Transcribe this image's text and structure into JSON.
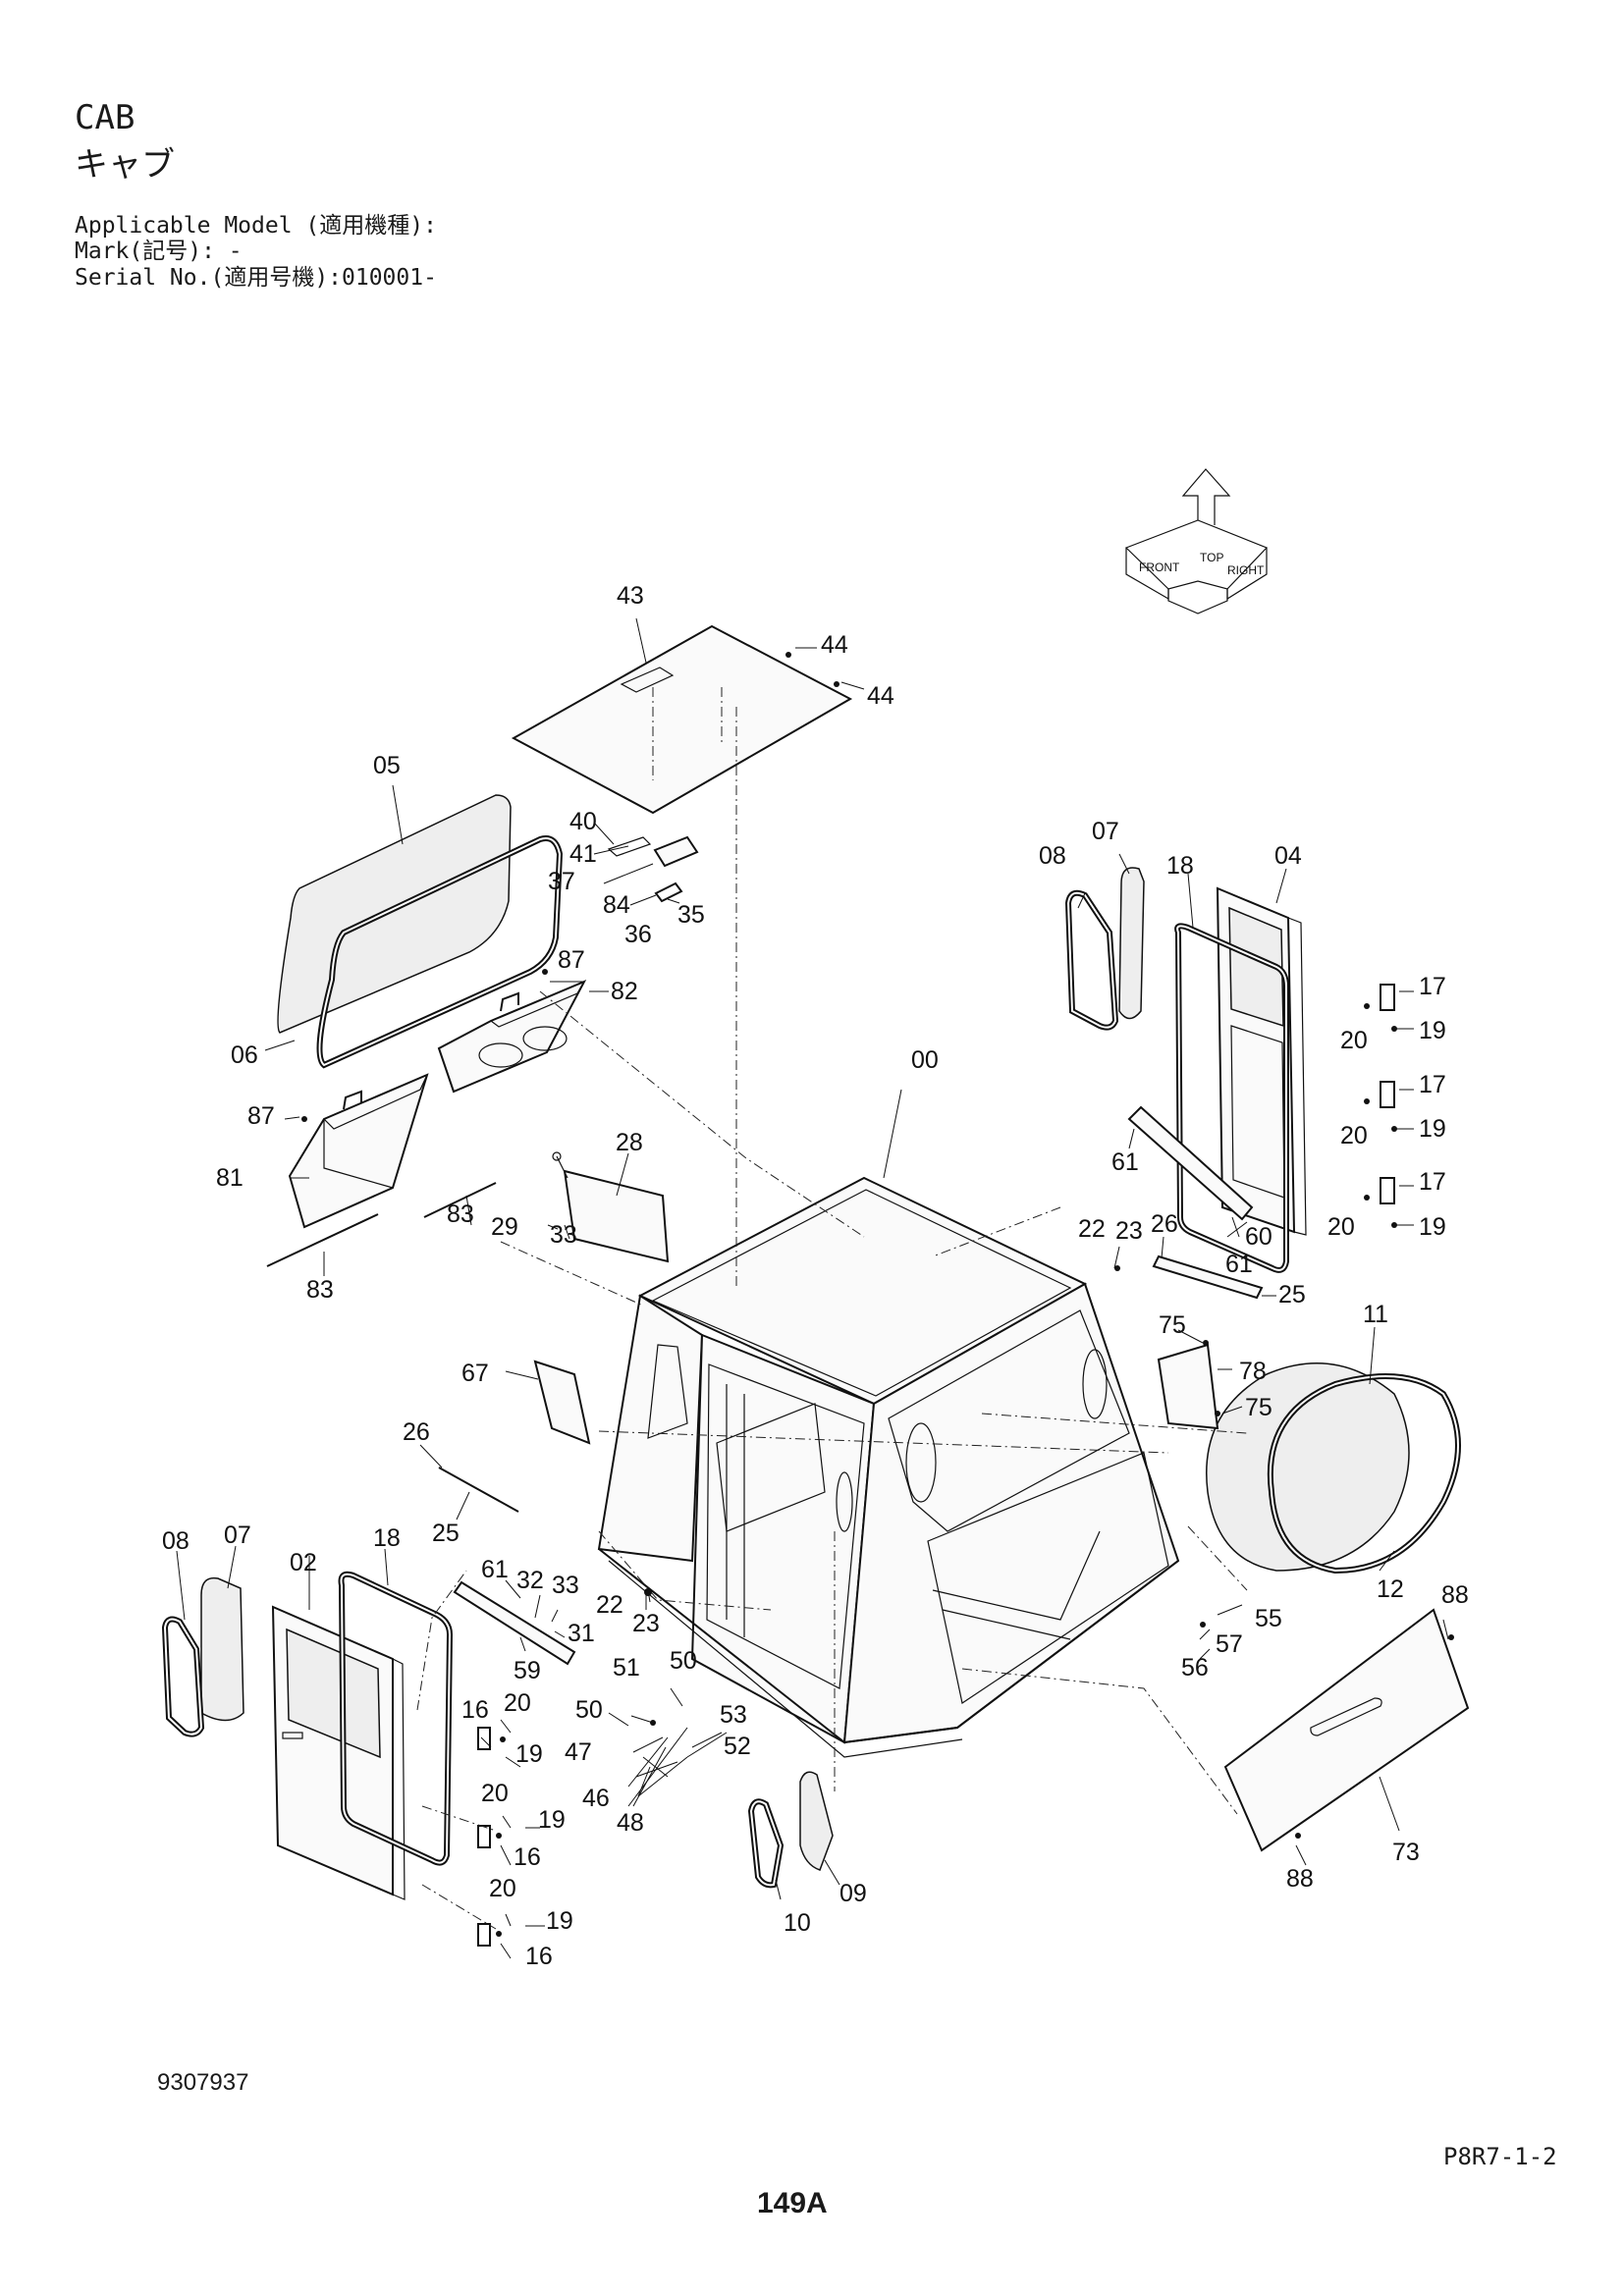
{
  "header": {
    "title": "CAB",
    "title_ja": "キャブ",
    "applicable_model": "Applicable Model (適用機種):",
    "mark": "Mark(記号): -",
    "serial": "Serial No.(適用号機):010001-"
  },
  "footer": {
    "doc_number": "9307937",
    "page_ref": "P8R7-1-2",
    "page_number": "149A"
  },
  "view_icon": {
    "name": "view-direction-icon",
    "labels": [
      "FRONT",
      "TOP",
      "RIGHT"
    ]
  },
  "part_labels": {
    "p43": "43",
    "p44a": "44",
    "p44b": "44",
    "p05": "05",
    "p06": "06",
    "p40": "40",
    "p41": "41",
    "p37": "37",
    "p84": "84",
    "p35": "35",
    "p36": "36",
    "p87a": "87",
    "p82": "82",
    "p87b": "87",
    "p81": "81",
    "p83a": "83",
    "p83b": "83",
    "p28": "28",
    "p29": "29",
    "p33a": "33",
    "p00": "00",
    "p08a": "08",
    "p07a": "07",
    "p18a": "18",
    "p04": "04",
    "p17a": "17",
    "p19a": "19",
    "p20a": "20",
    "p17b": "17",
    "p20b": "20",
    "p19b": "19",
    "p17c": "17",
    "p20c": "20",
    "p19c": "19",
    "p61a": "61",
    "p60": "60",
    "p61b": "61",
    "p22a": "22",
    "p23a": "23",
    "p26a": "26",
    "p25a": "25",
    "p75a": "75",
    "p78": "78",
    "p75b": "75",
    "p11": "11",
    "p12": "12",
    "p67": "67",
    "p26b": "26",
    "p25b": "25",
    "p08b": "08",
    "p07b": "07",
    "p02": "02",
    "p18b": "18",
    "p61c": "61",
    "p32": "32",
    "p33b": "33",
    "p31": "31",
    "p59": "59",
    "p22b": "22",
    "p23b": "23",
    "p16a": "16",
    "p20d": "20",
    "p19d": "19",
    "p20e": "20",
    "p19e": "19",
    "p16b": "16",
    "p20f": "20",
    "p19f": "19",
    "p16c": "16",
    "p51": "51",
    "p50a": "50",
    "p50b": "50",
    "p53": "53",
    "p47": "47",
    "p52": "52",
    "p46": "46",
    "p48": "48",
    "p55": "55",
    "p57": "57",
    "p56": "56",
    "p88a": "88",
    "p73": "73",
    "p88b": "88",
    "p09": "09",
    "p10": "10"
  }
}
